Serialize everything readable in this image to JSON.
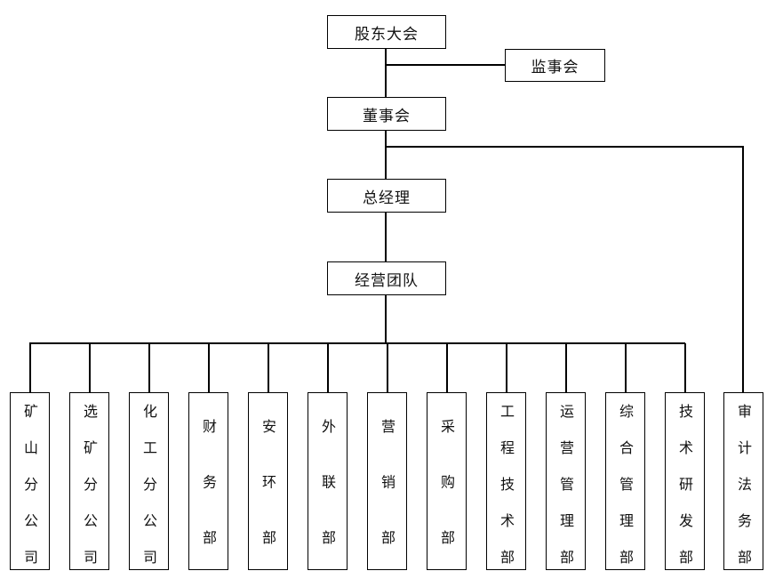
{
  "top": {
    "shareholders": "股东大会",
    "supervisory_board": "监事会",
    "board": "董事会",
    "general_manager": "总经理",
    "management_team": "经营团队"
  },
  "departments": [
    "矿山分公司",
    "选矿分公司",
    "化工分公司",
    "财务部",
    "安环部",
    "外联部",
    "营销部",
    "采购部",
    "工程技术部",
    "运营管理部",
    "综合管理部",
    "技术研发部"
  ],
  "audit_department": "审计法务部"
}
